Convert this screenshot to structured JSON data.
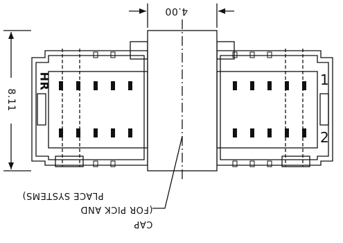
{
  "dimensions": {
    "width_label": "4.00",
    "height_label": "8.11"
  },
  "markings": {
    "logo": "HR",
    "pin_one": "1",
    "pin_two": "2"
  },
  "callout": {
    "line1": "CAP",
    "line2": "(FOR PICK AND",
    "line3": "PLACE SYSTEMS)"
  }
}
